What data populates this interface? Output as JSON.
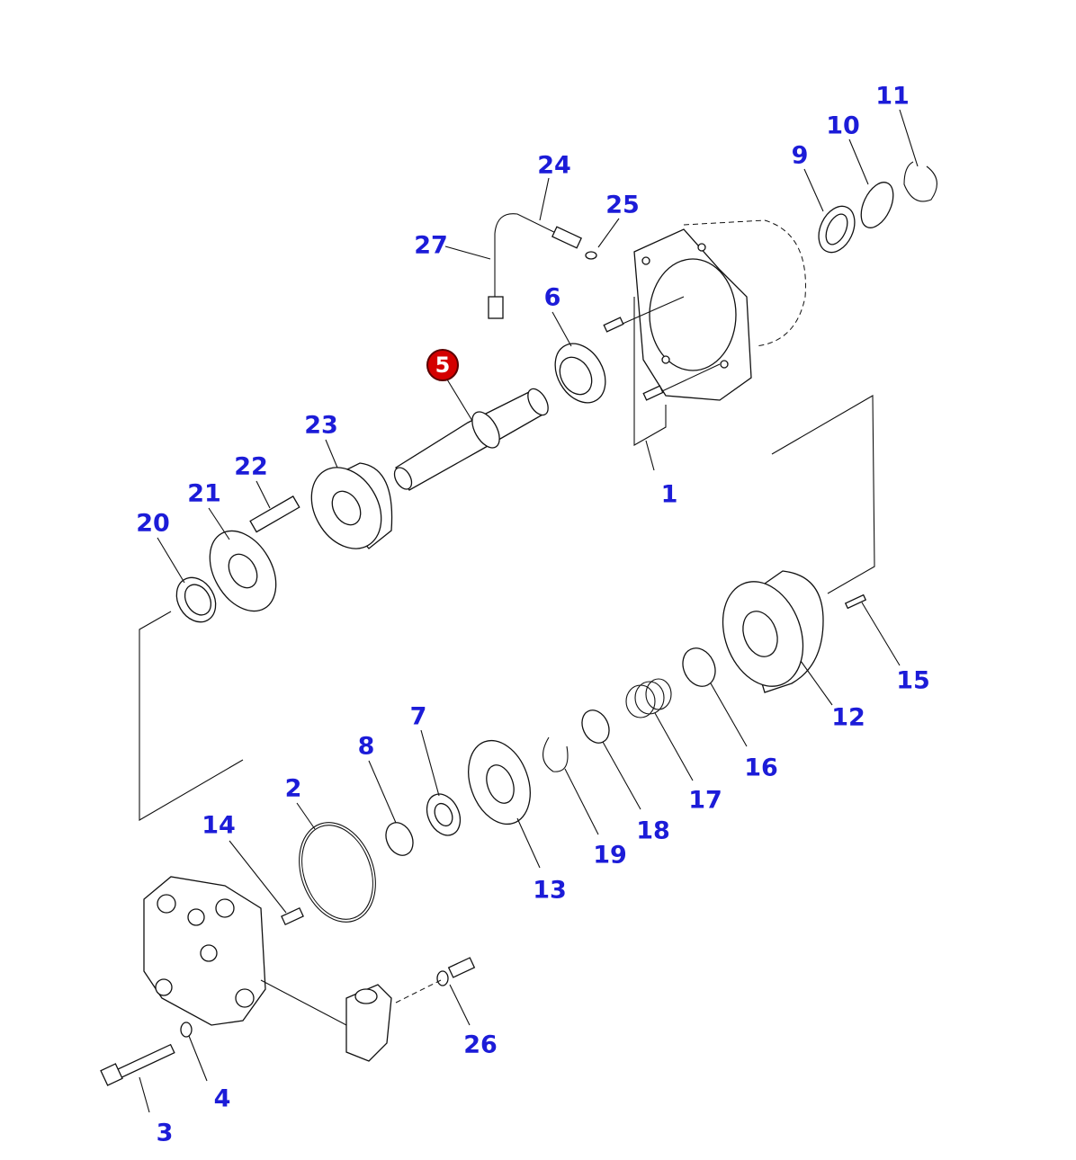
{
  "diagram": {
    "title": "Hydraulic motor exploded parts diagram",
    "highlight_color": "#d40000",
    "label_color": "#1c1cd8",
    "highlighted_part": "5",
    "labels": [
      "1",
      "2",
      "3",
      "4",
      "6",
      "7",
      "8",
      "9",
      "10",
      "11",
      "12",
      "13",
      "14",
      "15",
      "16",
      "17",
      "18",
      "19",
      "20",
      "21",
      "22",
      "23",
      "24",
      "25",
      "26",
      "27"
    ]
  }
}
